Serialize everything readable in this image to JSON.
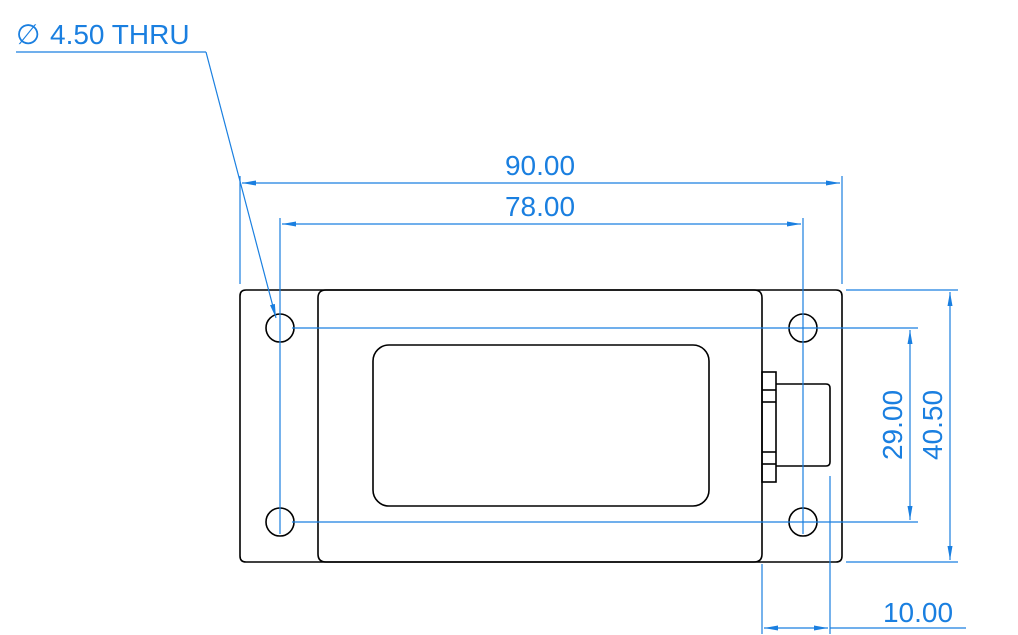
{
  "drawing": {
    "line_color": "#000000",
    "dimension_color": "#1a7fe0",
    "hole_callout": {
      "symbol": "∅",
      "text": "4.50 THRU"
    },
    "dimensions": {
      "overall_width": "90.00",
      "hole_spacing_x": "78.00",
      "hole_spacing_y": "29.00",
      "overall_height": "40.50",
      "connector_offset": "10.00"
    }
  }
}
